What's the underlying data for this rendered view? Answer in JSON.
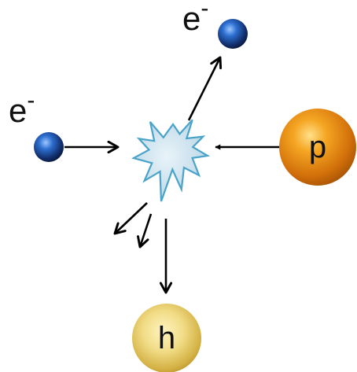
{
  "labels": {
    "incoming_electron": "e",
    "incoming_electron_charge": "-",
    "outgoing_electron": "e",
    "outgoing_electron_charge": "-",
    "proton": "p",
    "hadron": "h"
  },
  "colors": {
    "electron": "#1d4fa8",
    "proton": "#e8890c",
    "hadron": "#d9b84a",
    "vertex": "#cfe3ef",
    "vertex_stroke": "#4aa3c8",
    "arrow": "#000000"
  }
}
